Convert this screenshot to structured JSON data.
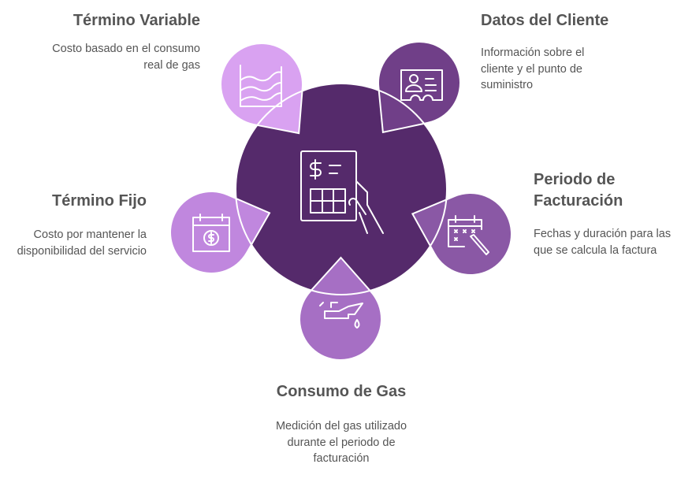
{
  "center": {
    "icon": "invoice-hand-icon",
    "color": "#552a6b"
  },
  "nodes": [
    {
      "id": "termino-variable",
      "title": "Término Variable",
      "description": "Costo basado en el consumo real de gas",
      "icon": "area-chart-icon",
      "color": "#d9a2f1"
    },
    {
      "id": "datos-cliente",
      "title": "Datos del Cliente",
      "description": "Información sobre el cliente y el punto de suministro",
      "icon": "id-card-icon",
      "color": "#703f88"
    },
    {
      "id": "periodo-facturacion",
      "title": "Periodo de Facturación",
      "description": "Fechas y duración para las que se calcula la factura",
      "icon": "calendar-pen-icon",
      "color": "#8a58a5"
    },
    {
      "id": "consumo-gas",
      "title": "Consumo de Gas",
      "description": "Medición del gas utilizado durante el periodo de facturación",
      "icon": "oil-can-icon",
      "color": "#a66fc4"
    },
    {
      "id": "termino-fijo",
      "title": "Término Fijo",
      "description": "Costo por mantener la disponibilidad del servicio",
      "icon": "calendar-dollar-icon",
      "color": "#c087de"
    }
  ]
}
